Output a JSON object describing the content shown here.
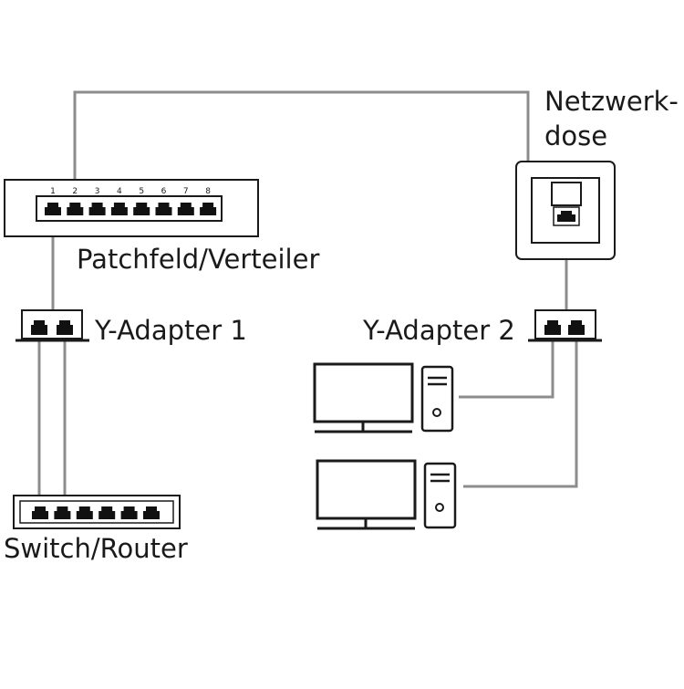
{
  "labels": {
    "wall_socket_line1": "Netzwerk-",
    "wall_socket_line2": "dose",
    "patch_panel": "Patchfeld/Verteiler",
    "y_adapter_1": "Y-Adapter 1",
    "y_adapter_2": "Y-Adapter 2",
    "switch_router": "Switch/Router"
  },
  "patch_panel_ports": [
    "1",
    "2",
    "3",
    "4",
    "5",
    "6",
    "7",
    "8"
  ],
  "colors": {
    "cable": "#8c8c8c",
    "outline": "#1a1a1a",
    "port": "#111111"
  }
}
